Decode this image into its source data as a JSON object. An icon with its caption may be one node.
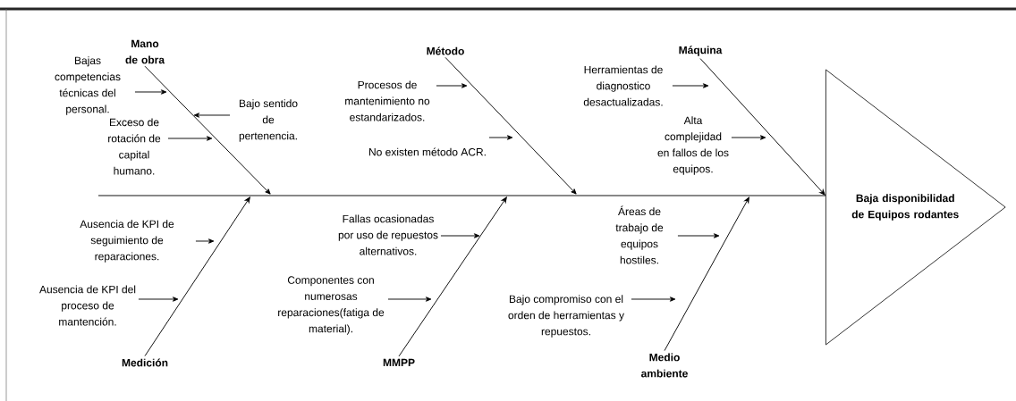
{
  "diagram": {
    "nodes": [
      {
        "text": [
          "Mano de obra"
        ]
      },
      {
        "text": [
          "Bajas competencias técnicas del personal."
        ]
      },
      {
        "text": [
          "Bajo sentido de pertenencia."
        ]
      },
      {
        "text": [
          "Exceso de rotación de capital humano."
        ]
      },
      {
        "text": [
          "Método"
        ]
      },
      {
        "text": [
          "Procesos de mantenimiento no estandarizados."
        ]
      },
      {
        "text": [
          "No existen método ACR."
        ]
      },
      {
        "text": [
          "Máquina"
        ]
      },
      {
        "text": [
          "Herramientas de diagnostico desactualizadas."
        ]
      },
      {
        "text": [
          "Alta complejidad en fallos de los equipos."
        ]
      },
      {
        "text": [
          "Baja disponibilidad de Equipos rodantes"
        ]
      },
      {
        "text": [
          "Ausencia de KPI de seguimiento de reparaciones."
        ]
      },
      {
        "text": [
          "Ausencia de KPI del proceso de mantención."
        ]
      },
      {
        "text": [
          "Medición"
        ]
      },
      {
        "text": [
          "Fallas ocasionadas por uso de repuestos alternativos."
        ]
      },
      {
        "text": [
          "Componentes con numerosas reparaciones(fatiga de material)."
        ]
      },
      {
        "text": [
          "MMPP"
        ]
      },
      {
        "text": [
          "Áreas de trabajo de equipos hostiles."
        ]
      },
      {
        "text": [
          "Bajo compromiso con el orden de herramientas y repuestos."
        ]
      },
      {
        "text": [
          "Medio ambiente"
        ]
      }
    ],
    "edges": [
      {
        "from": null,
        "to": 10,
        "arrow": "none"
      },
      {
        "from": 0,
        "to": null,
        "arrow": "to"
      },
      {
        "from": 1,
        "to": null,
        "arrow": "to"
      },
      {
        "from": 2,
        "to": null,
        "arrow": "to"
      },
      {
        "from": 3,
        "to": null,
        "arrow": "to"
      },
      {
        "from": 4,
        "to": null,
        "arrow": "to"
      },
      {
        "from": 5,
        "to": null,
        "arrow": "to"
      },
      {
        "from": 6,
        "to": null,
        "arrow": "to"
      },
      {
        "from": 7,
        "to": 10,
        "arrow": "to"
      },
      {
        "from": 8,
        "to": null,
        "arrow": "to"
      },
      {
        "from": 9,
        "to": null,
        "arrow": "to"
      },
      {
        "from": 13,
        "to": null,
        "arrow": "to"
      },
      {
        "from": 11,
        "to": null,
        "arrow": "to"
      },
      {
        "from": 12,
        "to": null,
        "arrow": "to"
      },
      {
        "from": 16,
        "to": null,
        "arrow": "to"
      },
      {
        "from": 14,
        "to": null,
        "arrow": "to"
      },
      {
        "from": 15,
        "to": null,
        "arrow": "to"
      },
      {
        "from": 19,
        "to": null,
        "arrow": "to"
      },
      {
        "from": 17,
        "to": null,
        "arrow": "to"
      },
      {
        "from": 18,
        "to": null,
        "arrow": "to"
      }
    ]
  }
}
